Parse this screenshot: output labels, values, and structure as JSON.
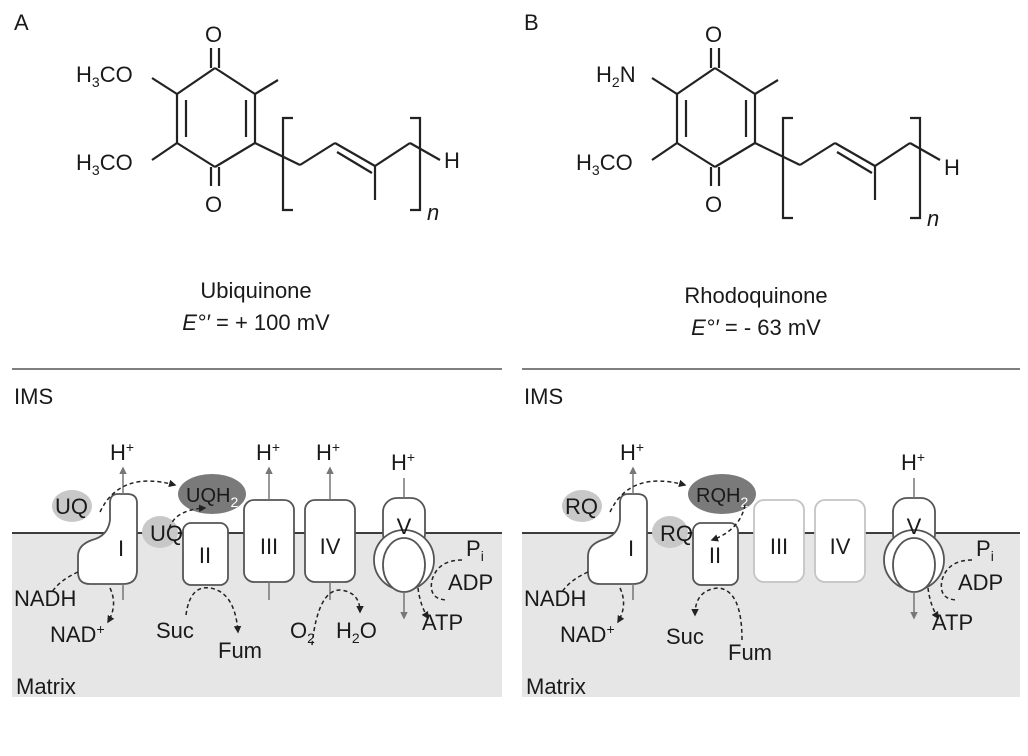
{
  "panels": [
    {
      "letter": "A",
      "structure": {
        "substituent_top": "H3CO",
        "substituent_bottom": "H3CO",
        "carbonyl": "O",
        "terminal": "H",
        "repeat": "n"
      },
      "name": "Ubiquinone",
      "potential_symbol": "E°′",
      "potential_value": " = + 100 mV",
      "region_top": "IMS",
      "region_bottom": "Matrix",
      "quinone_oxidized": "UQ",
      "quinone_reduced": "UQH2",
      "complexes": [
        "I",
        "II",
        "III",
        "IV",
        "V"
      ],
      "labels": {
        "proton": "H+",
        "nadh": "NADH",
        "nad": "NAD+",
        "suc": "Suc",
        "fum": "Fum",
        "o2": "O2",
        "h2o": "H2O",
        "pi": "Pi",
        "adp": "ADP",
        "atp": "ATP"
      }
    },
    {
      "letter": "B",
      "structure": {
        "substituent_top": "H2N",
        "substituent_bottom": "H3CO",
        "carbonyl": "O",
        "terminal": "H",
        "repeat": "n"
      },
      "name": "Rhodoquinone",
      "potential_symbol": "E°′",
      "potential_value": " = - 63 mV",
      "region_top": "IMS",
      "region_bottom": "Matrix",
      "quinone_oxidized": "RQ",
      "quinone_reduced": "RQH2",
      "complexes": [
        "I",
        "II",
        "III",
        "IV",
        "V"
      ],
      "inactive_complexes": [
        "III",
        "IV"
      ],
      "labels": {
        "proton": "H+",
        "nadh": "NADH",
        "nad": "NAD+",
        "suc": "Suc",
        "fum": "Fum",
        "pi": "Pi",
        "adp": "ADP",
        "atp": "ATP"
      }
    }
  ],
  "colors": {
    "matrix": "#e6e6e6",
    "quinone_ox": "#c8c8c8",
    "quinone_red": "#7a7a7a",
    "inactive": "#c4c4c4"
  }
}
